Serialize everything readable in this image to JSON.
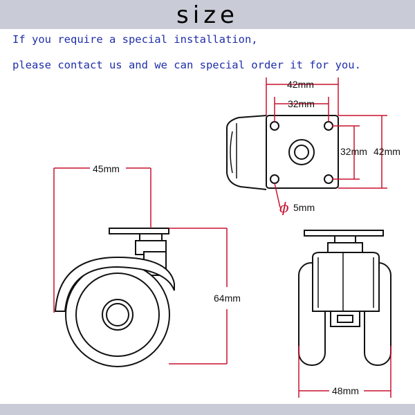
{
  "header": {
    "title": "size"
  },
  "notice": {
    "line1": "If you require a special installation,",
    "line2": "please contact us and we can special order it for you."
  },
  "dimensions": {
    "plate_outer_width": "42mm",
    "plate_hole_spacing_width": "32mm",
    "plate_hole_spacing_height": "32mm",
    "plate_outer_height": "42mm",
    "hole_diameter_symbol": "ϕ",
    "hole_diameter": "5mm",
    "wheel_diameter": "45mm",
    "overall_height": "64mm",
    "wheel_width": "48mm"
  },
  "colors": {
    "dimension_line": "#c8102e",
    "notice_text": "#1f2ea8",
    "bar": "#c9cbd6"
  }
}
